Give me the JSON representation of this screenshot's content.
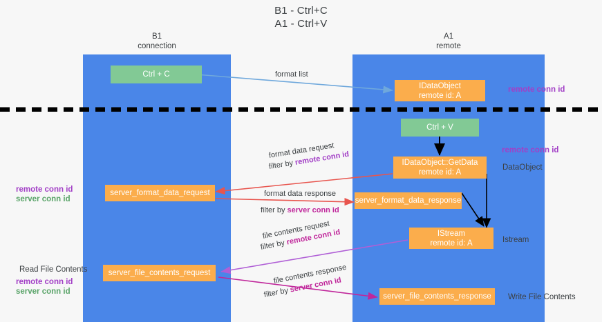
{
  "title": {
    "line1": "B1 - Ctrl+C",
    "line2": "A1 - Ctrl+V"
  },
  "columns": [
    {
      "name": "B1",
      "sub": "connection",
      "color": "#4a86e8"
    },
    {
      "name": "A1",
      "sub": "remote",
      "color": "#4a86e8"
    }
  ],
  "nodes": {
    "ctrl_c": {
      "line1": "Ctrl + C",
      "line2": "",
      "color": "#82c995"
    },
    "idataobject": {
      "line1": "IDataObject",
      "line2": "remote id: A",
      "color": "#fbad4c"
    },
    "ctrl_v": {
      "line1": "Ctrl + V",
      "line2": "",
      "color": "#82c995"
    },
    "getdata": {
      "line1": "IDataObject::GetData",
      "line2": "remote id: A",
      "color": "#fbad4c"
    },
    "fmt_req": {
      "line1": "server_format_data_request",
      "line2": "",
      "color": "#fbad4c"
    },
    "fmt_resp": {
      "line1": "server_format_data_response",
      "line2": "",
      "color": "#fbad4c"
    },
    "istream": {
      "line1": "IStream",
      "line2": "remote id: A",
      "color": "#fbad4c"
    },
    "file_req": {
      "line1": "server_file_contents_request",
      "line2": "",
      "color": "#fbad4c"
    },
    "file_resp": {
      "line1": "server_file_contents_response",
      "line2": "",
      "color": "#fbad4c"
    }
  },
  "side_labels": {
    "right_remote_conn_top": "remote conn id",
    "right_remote_conn_mid": "remote conn id",
    "right_dataobject": "DataObject",
    "right_istream": "Istream",
    "right_write_file": "Write File Contents",
    "left_remote_conn_mid": "remote conn id",
    "left_server_conn_mid": "server conn id",
    "left_read_file": "Read File Contents",
    "left_remote_conn_bot": "remote conn id",
    "left_server_conn_bot": "server conn id"
  },
  "edges": {
    "format_list": "format list",
    "format_data_request": "format data request",
    "format_data_req_filter_pre": "filter by ",
    "format_data_req_filter_key": "remote conn id",
    "format_data_response": "format data response",
    "format_data_resp_filter_pre": "filter by ",
    "format_data_resp_filter_key": "server conn id",
    "file_contents_request": "file contents request",
    "file_req_filter_pre": "filter by ",
    "file_req_filter_key": "remote conn id",
    "file_contents_response": "file contents response",
    "file_resp_filter_pre": "filter by ",
    "file_resp_filter_key": "server conn id"
  },
  "colors": {
    "lane": "#4a86e8",
    "green_node": "#82c995",
    "orange_node": "#fbad4c",
    "purple": "#a23fc6",
    "green_text": "#5aa469",
    "magenta": "#c0279b",
    "arrow_blue": "#6fa8dc",
    "arrow_red": "#e8554e",
    "arrow_black": "#000000",
    "background": "#f7f7f7"
  }
}
